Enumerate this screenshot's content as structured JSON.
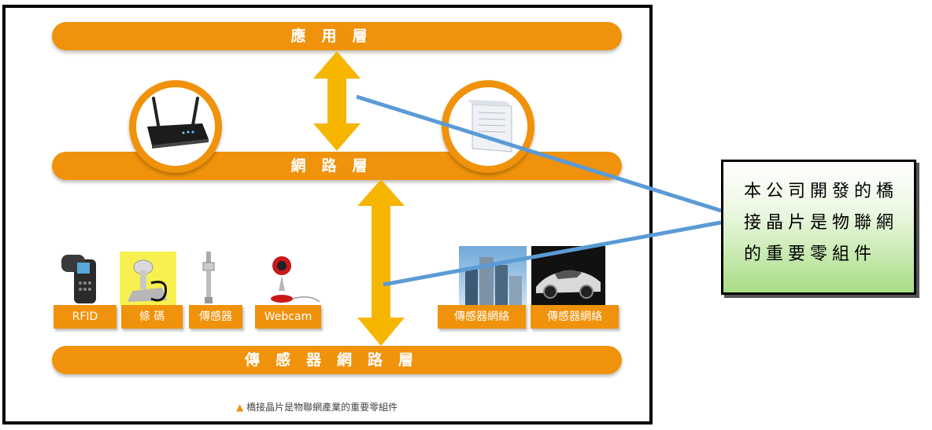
{
  "layers": {
    "application": "應用層",
    "network": "網路層",
    "sensor_network": "傳感器網路層"
  },
  "devices": {
    "left": [
      {
        "label": "RFID",
        "icon": "rfid-scanner-icon"
      },
      {
        "label": "條 碼",
        "icon": "barcode-scanner-icon"
      },
      {
        "label": "傳感器",
        "icon": "sensor-icon"
      },
      {
        "label": "Webcam",
        "icon": "webcam-icon"
      }
    ],
    "right": [
      {
        "label": "傳感器網絡",
        "icon": "city-buildings-icon"
      },
      {
        "label": "傳感器網絡",
        "icon": "sports-car-icon"
      }
    ]
  },
  "network_devices": [
    "router-icon",
    "server-cabinet-icon"
  ],
  "callout": {
    "lines": [
      "本公司開發的橋",
      "接晶片是物聯網",
      "的重要零組件"
    ]
  },
  "caption": {
    "marker": "▲",
    "text": "橋接晶片是物聯網產業的重要零組件"
  },
  "colors": {
    "band": "#f0920b",
    "arrow": "#f6b600",
    "pointer_line": "#5b9bd5",
    "callout_top": "#ffffff",
    "callout_bottom": "#a9dd86"
  }
}
